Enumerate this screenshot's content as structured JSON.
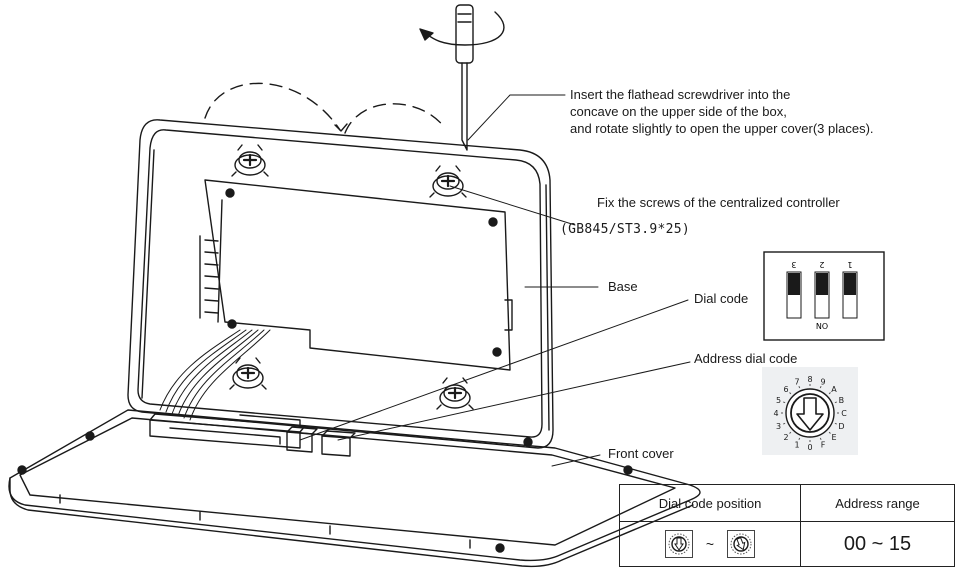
{
  "callouts": {
    "screwdriver_line1": "Insert the flathead screwdriver into the",
    "screwdriver_line2": "concave on the upper side of the box,",
    "screwdriver_line3": "and rotate slightly to open the upper cover(3 places).",
    "screws": "Fix the screws of the centralized controller",
    "screw_spec": "(GB845/ST3.9*25)",
    "base": "Base",
    "dial_code": "Dial code",
    "address_dial_code": "Address dial code",
    "front_cover": "Front cover"
  },
  "dip_switch": {
    "numbers": [
      "3",
      "2",
      "1"
    ],
    "on_label": "ON"
  },
  "rotary_dial": {
    "digits": [
      "0",
      "1",
      "2",
      "3",
      "4",
      "5",
      "6",
      "7",
      "8",
      "9",
      "A",
      "B",
      "C",
      "D",
      "E",
      "F"
    ]
  },
  "address_table": {
    "col1_header": "Dial code position",
    "col2_header": "Address range",
    "separator": "~",
    "range_value": "00 ~ 15"
  }
}
